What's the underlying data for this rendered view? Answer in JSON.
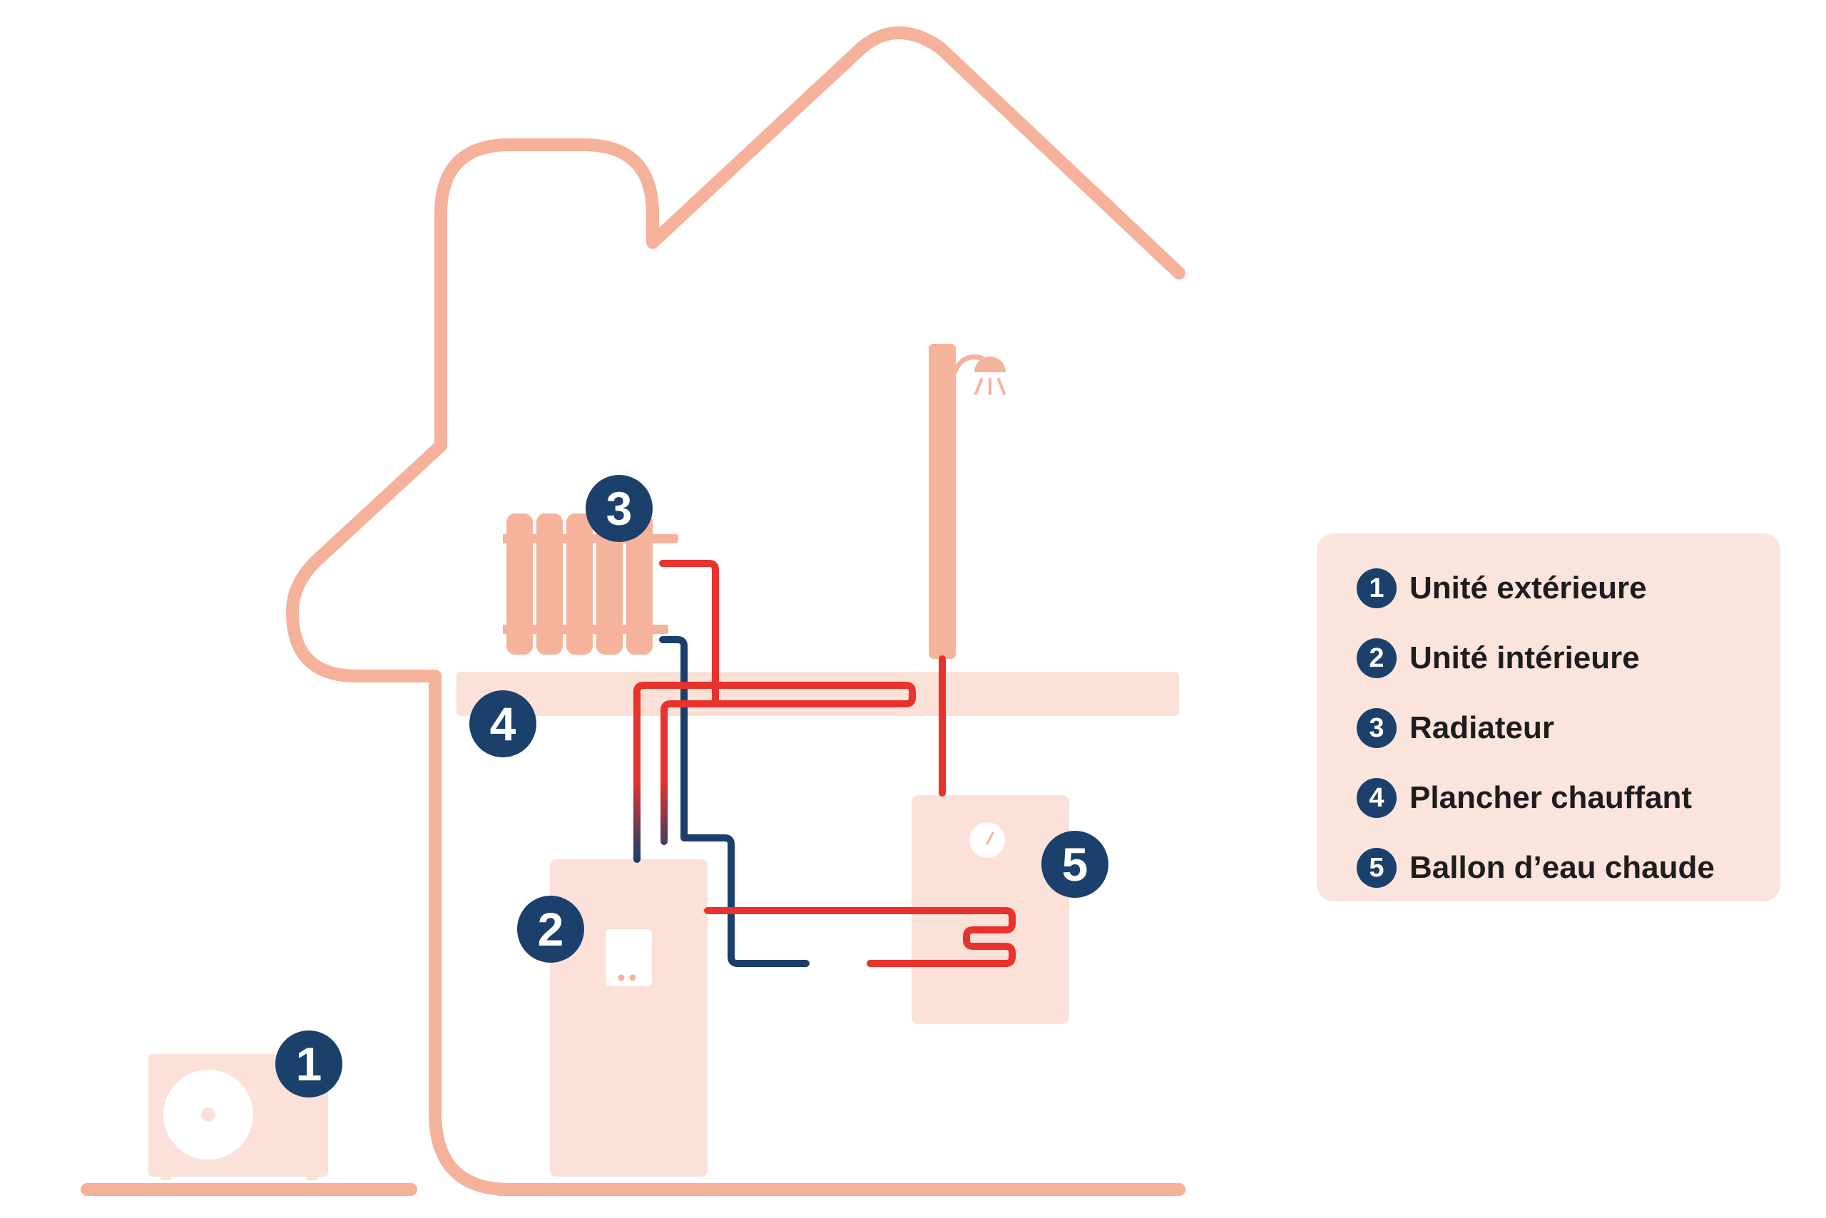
{
  "colors": {
    "house_outline": "#f5b19a",
    "light_fill": "#fbe1d8",
    "radiator": "#f6b39c",
    "hot_pipe": "#e8332d",
    "cold_pipe": "#1b3f6c",
    "badge": "#1a406b",
    "legend_bg": "#fbe4dc"
  },
  "icons": {
    "outdoor_unit": "fan-unit-icon",
    "radiator": "radiator-icon",
    "shower": "shower-icon",
    "indoor_unit": "heat-pump-unit-icon",
    "water_heater": "water-tank-icon"
  },
  "badges": [
    "1",
    "2",
    "3",
    "4",
    "5"
  ],
  "legend": {
    "items": [
      {
        "num": "1",
        "label": "Unité extérieure"
      },
      {
        "num": "2",
        "label": "Unité intérieure"
      },
      {
        "num": "3",
        "label": "Radiateur"
      },
      {
        "num": "4",
        "label": "Plancher chauffant"
      },
      {
        "num": "5",
        "label": "Ballon d’eau chaude"
      }
    ]
  }
}
